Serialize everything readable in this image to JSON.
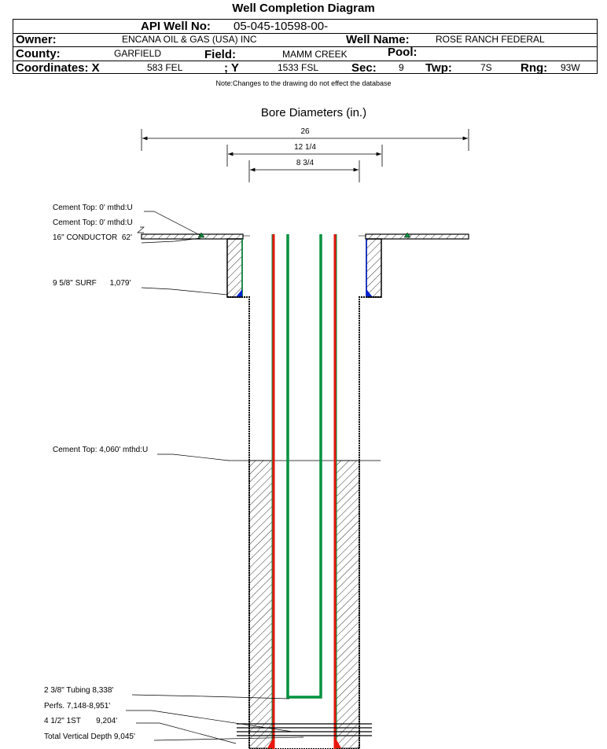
{
  "title": "Well Completion Diagram",
  "header": {
    "api_label": "API Well No:",
    "api_value": "05-045-10598-00-",
    "owner_label": "Owner:",
    "owner_value": "ENCANA OIL & GAS (USA) INC",
    "well_name_label": "Well Name:",
    "well_name_value": "ROSE RANCH FEDERAL",
    "county_label": "County:",
    "county_value": "GARFIELD",
    "field_label": "Field:",
    "field_value": "MAMM CREEK",
    "pool_label": "Pool:",
    "coord_x_label": "Coordinates: X",
    "coord_x_value": "583 FEL",
    "coord_y_label": "; Y",
    "coord_y_value": "1533 FSL",
    "sec_label": "Sec:",
    "sec_value": "9",
    "twp_label": "Twp:",
    "twp_value": "7S",
    "rng_label": "Rng:",
    "rng_value": "93W"
  },
  "note": "Note:Changes to the drawing do not effect the database",
  "diagram": {
    "bore_title": "Bore Diameters (in.)",
    "bore_diameters": [
      "26",
      "12 1/4",
      "8 3/4"
    ],
    "labels": {
      "cement_top_1": "Cement Top: 0' mthd:U",
      "cement_top_2": "Cement Top: 0' mthd:U",
      "conductor": "16\" CONDUCTOR  62'",
      "surf": "9 5/8\" SURF      1,079'",
      "cement_top_3": "Cement Top: 4,060' mthd:U",
      "tubing": "2 3/8\" Tubing 8,338'",
      "perfs": "Perfs. 7,148-8,951'",
      "production": "4 1/2\" 1ST       9,204'",
      "tvd": "Total Vertical Depth 9,045'"
    },
    "colors": {
      "casing_green": "#00923f",
      "casing_red": "#e8160c",
      "casing_blue": "#0020d0"
    }
  }
}
